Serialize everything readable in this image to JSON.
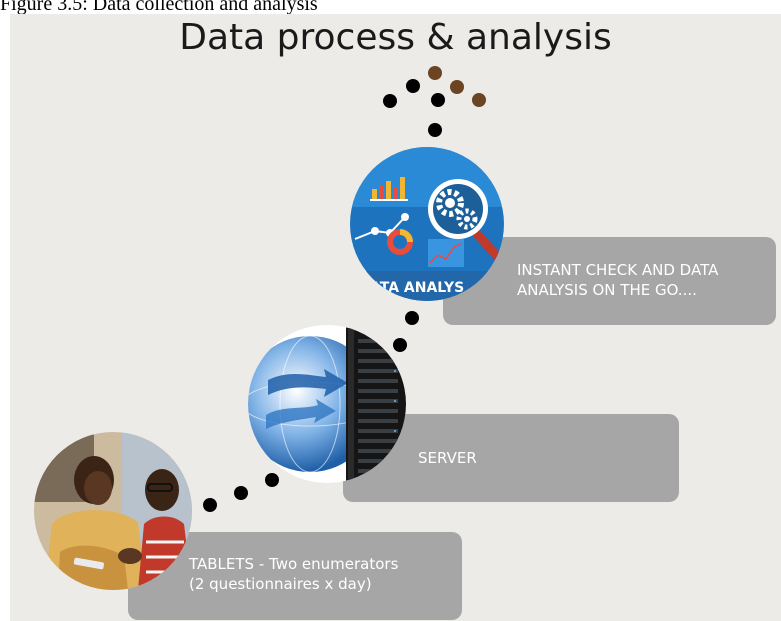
{
  "caption": "Figure 3.5: Data collection and analysis",
  "title": "Data process & analysis",
  "steps": [
    {
      "label_line1": "TABLETS - Two enumerators",
      "label_line2": "(2 questionnaires x day)"
    },
    {
      "label_line1": "SERVER"
    },
    {
      "label_line1": "INSTANT CHECK AND DATA",
      "label_line2": "ANALYSIS ON THE GO....",
      "image_text": "ATA ANALYS"
    }
  ],
  "icons": {
    "step1": "people-with-tablet-photo",
    "step2": "globe-server-icon",
    "step3": "data-analysis-gears-icon"
  },
  "colors": {
    "background": "#ecebe7",
    "box": "#a6a6a6",
    "box_text": "#ffffff",
    "dot": "#000000",
    "dot_brown": "#6b4423",
    "analysis_blue": "#1e73be"
  }
}
